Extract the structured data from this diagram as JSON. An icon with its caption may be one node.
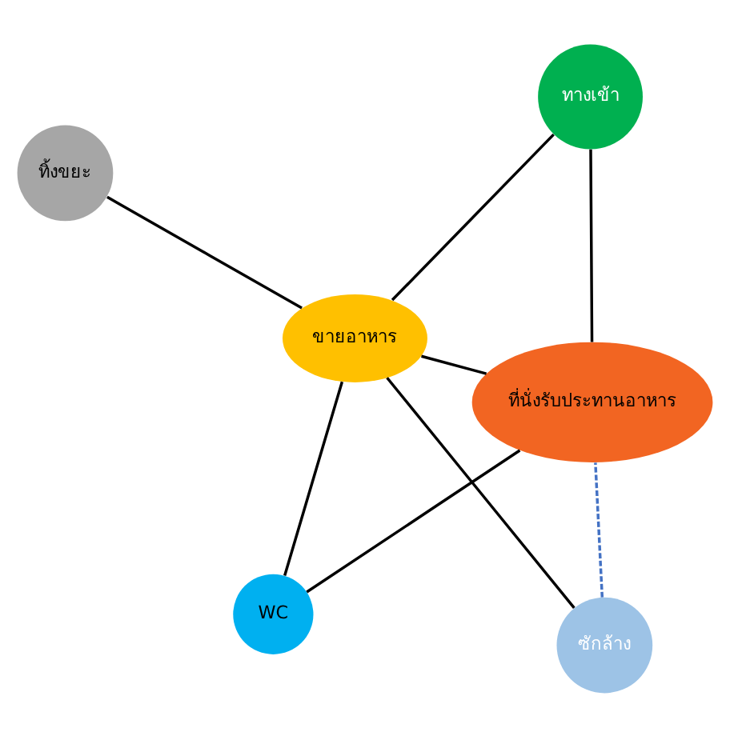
{
  "diagram": {
    "nodes": [
      {
        "text": [
          "ขายอาหาร"
        ]
      },
      {
        "text": [
          "ซักล้าง"
        ]
      },
      {
        "text": [
          "WC"
        ]
      },
      {
        "text": [
          "ทิ้งขยะ"
        ]
      },
      {
        "text": [
          "ทางเข้า"
        ]
      },
      {
        "text": [
          "ที่นั่งรับประทานอาหาร"
        ]
      }
    ],
    "edges": [
      {
        "from": 0,
        "to": 2,
        "arrow": "none"
      },
      {
        "from": 0,
        "to": 1,
        "arrow": "none"
      },
      {
        "from": 0,
        "to": 4,
        "arrow": "none"
      },
      {
        "from": 0,
        "to": 5,
        "arrow": "none"
      },
      {
        "from": 0,
        "to": 3,
        "arrow": "none"
      },
      {
        "from": 2,
        "to": 5,
        "arrow": "none"
      },
      {
        "from": 4,
        "to": 5,
        "arrow": "none"
      },
      {
        "from": 1,
        "to": 5,
        "arrow": "none",
        "style": "dashed",
        "color": "#4472c4"
      }
    ]
  }
}
